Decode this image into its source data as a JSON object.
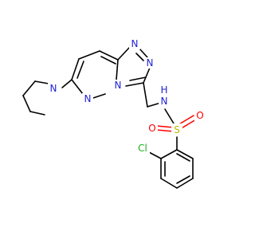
{
  "atoms": {
    "n_triazole_top": "N",
    "n_triazole_right": "N",
    "n_triazole_bridge": "N",
    "n_pyridazine": "N",
    "n_pyrrolidine": "N",
    "n_sulfonamide": "N",
    "h_sulfonamide": "H",
    "s_sulfonyl": "S",
    "o_left": "O",
    "o_right": "O",
    "cl": "Cl"
  },
  "colors": {
    "carbon_bond": "#000000",
    "nitrogen": "#1f1fd6",
    "oxygen": "#ff0000",
    "sulfur": "#b8b800",
    "chlorine": "#1fae1f"
  }
}
